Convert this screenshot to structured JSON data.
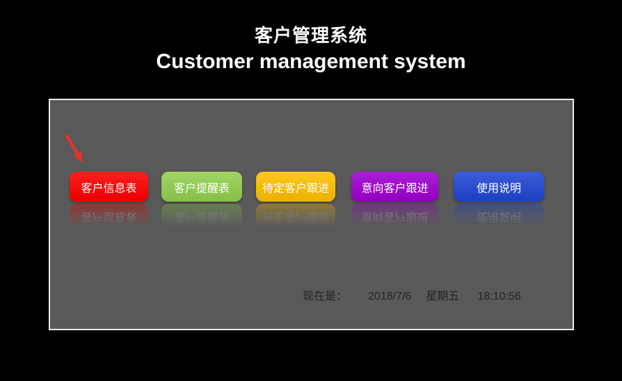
{
  "header": {
    "title_zh": "客户管理系统",
    "title_en": "Customer management system"
  },
  "icons": {
    "pointer_arrow": "red-diagonal-down-right-arrow"
  },
  "panel": {
    "buttons": [
      {
        "label": "客户信息表",
        "color": "#ff0000"
      },
      {
        "label": "客户提醒表",
        "color": "#92d050"
      },
      {
        "label": "待定客户跟进",
        "color": "#ffc000"
      },
      {
        "label": "意向客户跟进",
        "color": "#a000d0"
      },
      {
        "label": "使用说明",
        "color": "#2147d3"
      }
    ],
    "status": {
      "label": "现在是：",
      "date": "2018/7/6",
      "weekday": "星期五",
      "time": "18:10:56"
    }
  },
  "colors": {
    "page_bg": "#000000",
    "panel_bg": "#595959",
    "panel_border": "#ebebeb",
    "button_text": "#ffffff",
    "arrow": "#e8322b",
    "status_text": "#242424"
  }
}
